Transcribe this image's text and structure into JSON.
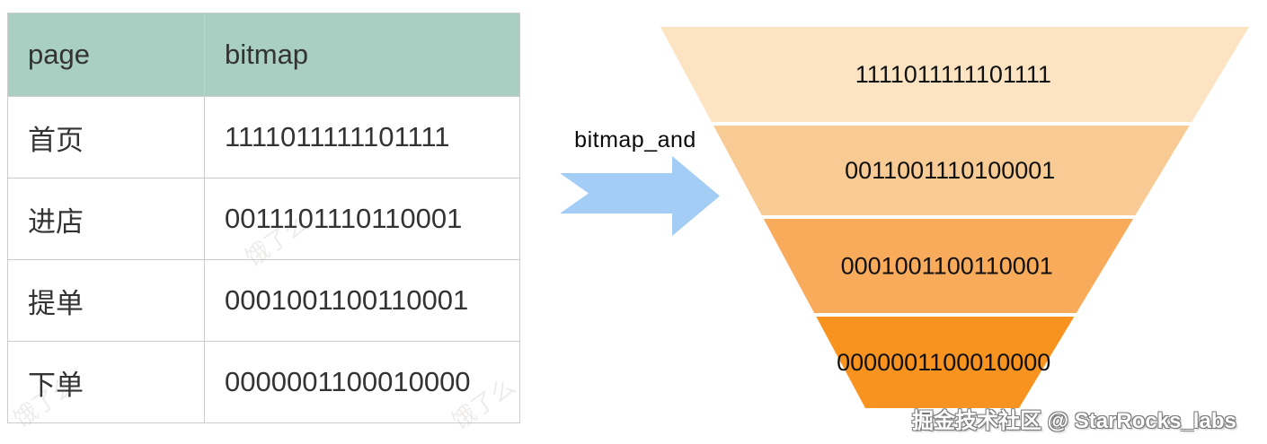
{
  "table": {
    "headers": [
      "page",
      "bitmap"
    ],
    "rows": [
      {
        "page": "首页",
        "bitmap": "1111011111101111"
      },
      {
        "page": "进店",
        "bitmap": "0011101110110001"
      },
      {
        "page": "提单",
        "bitmap": "0001001100110001"
      },
      {
        "page": "下单",
        "bitmap": "0000001100010000"
      }
    ],
    "header_bg": "#a8cfc2",
    "border_color": "#cccccc",
    "text_color": "#333333"
  },
  "operator": {
    "label": "bitmap_and",
    "arrow_icon": "arrow-right-icon",
    "arrow_color": "#a3cdf5"
  },
  "funnel": {
    "levels": [
      {
        "value": "1111011111101111",
        "color": "#fce3c2"
      },
      {
        "value": "0011001110100001",
        "color": "#f9cb94"
      },
      {
        "value": "0001001100110001",
        "color": "#f9ab5c"
      },
      {
        "value": "0000001100010000",
        "color": "#f7931e"
      }
    ],
    "text_color": "#111111"
  },
  "watermark": {
    "text": "掘金技术社区 @ StarRocks_labs",
    "color": "#ffffff"
  },
  "faint_watermark": {
    "text": "饿了么"
  }
}
